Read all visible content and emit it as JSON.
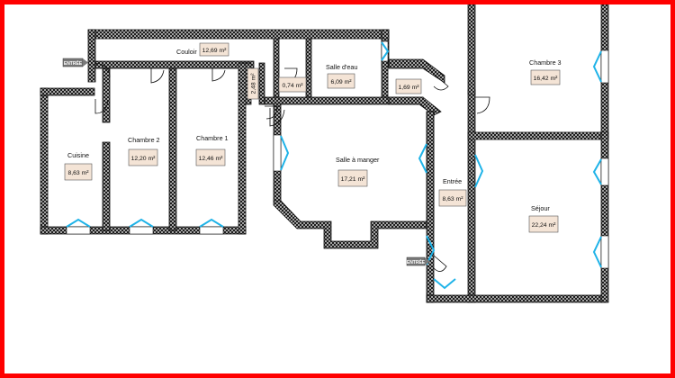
{
  "colors": {
    "frame": "#ff0000",
    "wall": "#1a1a1a",
    "window": "#1fb3e8",
    "label_box": "#f4e4d6",
    "entry_badge": "#7a7a7a"
  },
  "entries": [
    {
      "id": "entry-left",
      "label": "ENTRÉE"
    },
    {
      "id": "entry-right",
      "label": "ENTRÉE"
    }
  ],
  "rooms": [
    {
      "id": "couloir",
      "name": "Couloir",
      "area": "12,69 m²"
    },
    {
      "id": "wc",
      "name": "",
      "area": "2,48 m²"
    },
    {
      "id": "placard",
      "name": "",
      "area": "0,74 m²"
    },
    {
      "id": "salle-d-eau",
      "name": "Salle d'eau",
      "area": "6,09 m²"
    },
    {
      "id": "degagement",
      "name": "",
      "area": "1,69 m²"
    },
    {
      "id": "chambre-3",
      "name": "Chambre 3",
      "area": "16,42 m²"
    },
    {
      "id": "cuisine",
      "name": "Cuisine",
      "area": "8,63 m²"
    },
    {
      "id": "chambre-2",
      "name": "Chambre 2",
      "area": "12,20 m²"
    },
    {
      "id": "chambre-1",
      "name": "Chambre 1",
      "area": "12,46 m²"
    },
    {
      "id": "salle-a-manger",
      "name": "Salle à manger",
      "area": "17,21 m²"
    },
    {
      "id": "entree",
      "name": "Entrée",
      "area": "8,63 m²"
    },
    {
      "id": "sejour",
      "name": "Séjour",
      "area": "22,24 m²"
    }
  ]
}
